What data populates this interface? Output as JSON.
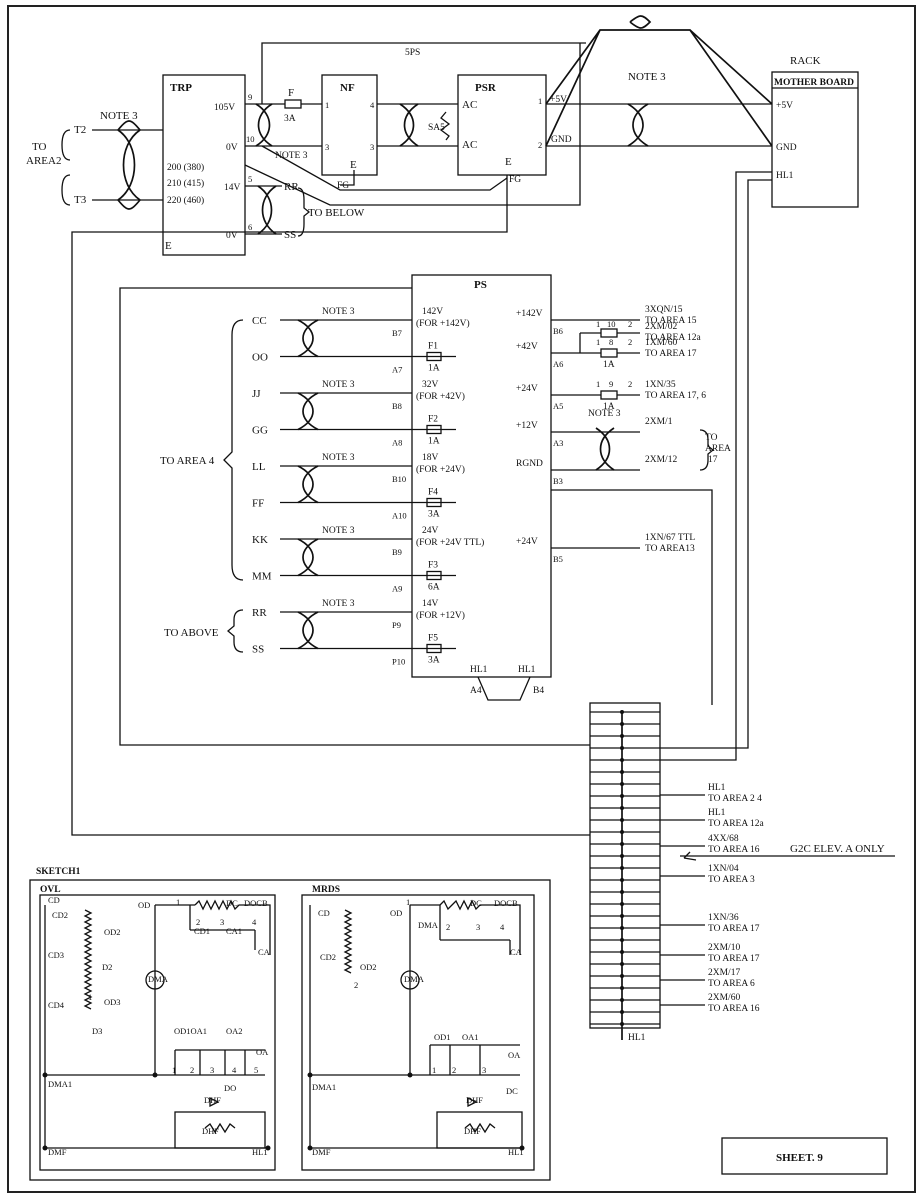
{
  "sheet_label": "SHEET. 9",
  "sheet_title": "",
  "blocks": {
    "trp": "TRP",
    "nf": "NF",
    "psr": "PSR",
    "ps": "PS",
    "rack": "RACK",
    "mother_board": "MOTHER BOARD",
    "sa5": "SA5"
  },
  "top": {
    "to_area2": [
      "TO",
      "AREA2"
    ],
    "t2": "T2",
    "t3": "T3",
    "note3": "NOTE 3",
    "trp_taps": [
      "200 (380)",
      "210 (415)",
      "220 (460)"
    ],
    "trp_e": "E",
    "trp_out": [
      "105V",
      "0V",
      "14V",
      "0V"
    ],
    "trp_pins": [
      "9",
      "10",
      "5",
      "6"
    ],
    "fuse_f": "F",
    "fuse_f_val": "3A",
    "rr": "RR",
    "ss": "SS",
    "to_below": "TO BELOW",
    "nf_pins": [
      "1",
      "3",
      "4",
      "3"
    ],
    "nf_e": "E",
    "fg": "FG",
    "psr_ac": [
      "AC",
      "AC"
    ],
    "psr_e": "E",
    "psr_fg": "FG",
    "psr_pins": [
      "1",
      "2"
    ],
    "plus5v": "+5V",
    "gnd": "GND",
    "spk": "5PS",
    "rack_pins": [
      "+5V",
      "GND",
      "HL1"
    ]
  },
  "ps_left": [
    {
      "wire": "CC",
      "note": "NOTE 3",
      "rating": [
        "142V",
        "(FOR +142V)"
      ],
      "pin": "B7"
    },
    {
      "wire": "OO",
      "fuse": "F1",
      "fuse_val": "1A",
      "pin": "A7"
    },
    {
      "wire": "JJ",
      "note": "NOTE 3",
      "rating": [
        "32V",
        "(FOR +42V)"
      ],
      "pin": "B8"
    },
    {
      "wire": "GG",
      "fuse": "F2",
      "fuse_val": "1A",
      "pin": "A8"
    },
    {
      "wire": "LL",
      "note": "NOTE 3",
      "rating": [
        "18V",
        "(FOR +24V)"
      ],
      "pin": "B10"
    },
    {
      "wire": "FF",
      "fuse": "F4",
      "fuse_val": "3A",
      "pin": "A10"
    },
    {
      "wire": "KK",
      "note": "NOTE 3",
      "rating": [
        "24V",
        "(FOR +24V TTL)"
      ],
      "pin": "B9"
    },
    {
      "wire": "MM",
      "fuse": "F3",
      "fuse_val": "6A",
      "pin": "A9"
    },
    {
      "wire": "RR",
      "note": "NOTE 3",
      "rating": [
        "14V",
        "(FOR +12V)"
      ],
      "pin": "P9"
    },
    {
      "wire": "SS",
      "fuse": "F5",
      "fuse_val": "3A",
      "pin": "P10"
    }
  ],
  "to_area4": "TO AREA 4",
  "to_above": "TO ABOVE",
  "ps_right": [
    {
      "label": "+142V",
      "pin": "B6",
      "dest": [
        "3XQN/15",
        "TO AREA 15"
      ]
    },
    {
      "label": "+42V",
      "pin": "A6",
      "dest": [
        "1XM/60",
        "TO AREA 17"
      ],
      "fuse_val": "1A",
      "fuse_pins": [
        "1",
        "8",
        "2"
      ],
      "extra": [
        "2XM/02",
        "TO AREA 12a"
      ],
      "extra_pins": [
        "1",
        "10",
        "2"
      ]
    },
    {
      "label": "+24V",
      "pin": "A5",
      "dest": [
        "1XN/35",
        "TO AREA 17, 6"
      ],
      "fuse_val": "1A",
      "fuse_pins": [
        "1",
        "9",
        "2"
      ]
    },
    {
      "label": "+12V",
      "pin": "A3",
      "dest": [
        "2XM/1"
      ]
    },
    {
      "label": "RGND",
      "pin": "B3",
      "dest": [
        "2XM/12"
      ]
    },
    {
      "label": "+24V",
      "pin": "B5",
      "dest": [
        "1XN/67 TTL",
        "TO AREA13"
      ]
    }
  ],
  "ps_note3": "NOTE 3",
  "to_area17": [
    "TO",
    "AREA",
    "17"
  ],
  "ps_bottom": {
    "hl1_a": "HL1",
    "hl1_b": "HL1",
    "a4": "A4",
    "b4": "B4"
  },
  "terminal": [
    [
      "HL1",
      "TO AREA 2  4"
    ],
    [
      "HL1",
      "TO AREA 12a"
    ],
    [
      "4XX/68",
      "TO AREA 16"
    ],
    [
      "1XN/04",
      "TO AREA 3"
    ],
    [
      "1XN/36",
      "TO AREA 17"
    ],
    [
      "2XM/10",
      "TO AREA 17"
    ],
    [
      "2XM/17",
      "TO AREA 6"
    ],
    [
      "2XM/60",
      "TO AREA 16"
    ]
  ],
  "g2c_note": "G2C  ELEV. A ONLY",
  "terminal_bottom": "HL1",
  "sketch": {
    "title": "SKETCH1",
    "ovl": {
      "title": "OVL",
      "labels": [
        "CD",
        "OD",
        "CD2",
        "OD2",
        "CD3",
        "D2",
        "CD4",
        "OD3",
        "D3",
        "DC",
        "DOCB",
        "CD1",
        "CA1",
        "CA",
        "DMA",
        "OD1OA1",
        "OA2",
        "OA",
        "DO",
        "DMA1",
        "DHF",
        "DHF",
        "DMF",
        "HL1"
      ],
      "nums": [
        "1",
        "2",
        "3",
        "4",
        "1",
        "2",
        "3",
        "4",
        "5",
        "1"
      ]
    },
    "mrds": {
      "title": "MRDS",
      "labels": [
        "CD",
        "OD",
        "DMA",
        "DC",
        "DOCB",
        "CD2",
        "OD2",
        "CA",
        "DMA",
        "OD1",
        "OA1",
        "OA",
        "DC",
        "DMA1",
        "DHF",
        "DHF",
        "DMF",
        "HL1"
      ],
      "nums": [
        "1",
        "2",
        "3",
        "4",
        "2",
        "1",
        "2",
        "3"
      ]
    }
  }
}
